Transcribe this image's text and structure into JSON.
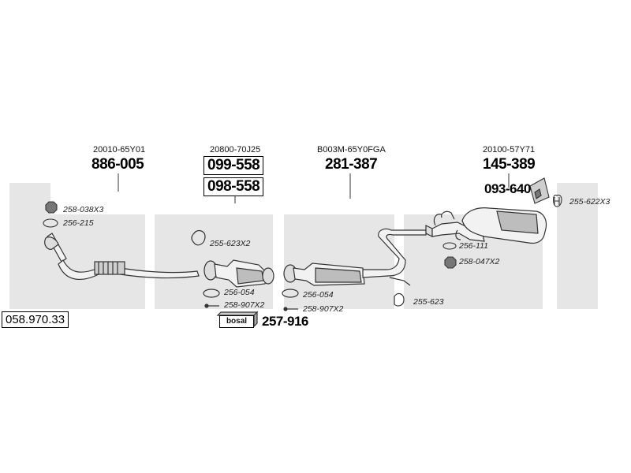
{
  "set_number": "058.970.33",
  "oe_numbers": {
    "front_pipe": "20010-65Y01",
    "catalyst": "20800-70J25",
    "middle": "B003M-65Y0FGA",
    "rear": "20100-57Y71"
  },
  "part_numbers": {
    "front_pipe": "886-005",
    "catalyst_a": "099-558",
    "catalyst_b": "098-558",
    "middle": "281-387",
    "rear": "145-389",
    "heat_shield": "093-640",
    "mounting_kit": "257-916"
  },
  "accessories": {
    "a1": "258-038X3",
    "a2": "256-215",
    "a3": "255-623X2",
    "a4": "256-054",
    "a5": "258-907X2",
    "a6": "256-054",
    "a7": "258-907X2",
    "a8": "255-623",
    "a9": "256-111",
    "a10": "258-047X2",
    "a11": "255-622X3"
  },
  "kit_label": "bosal",
  "watermark_text": "bosal",
  "colors": {
    "line": "#333333",
    "fill": "#f2f2f2",
    "shade": "#bdbdbd",
    "watermark": "#e6e6e6"
  }
}
